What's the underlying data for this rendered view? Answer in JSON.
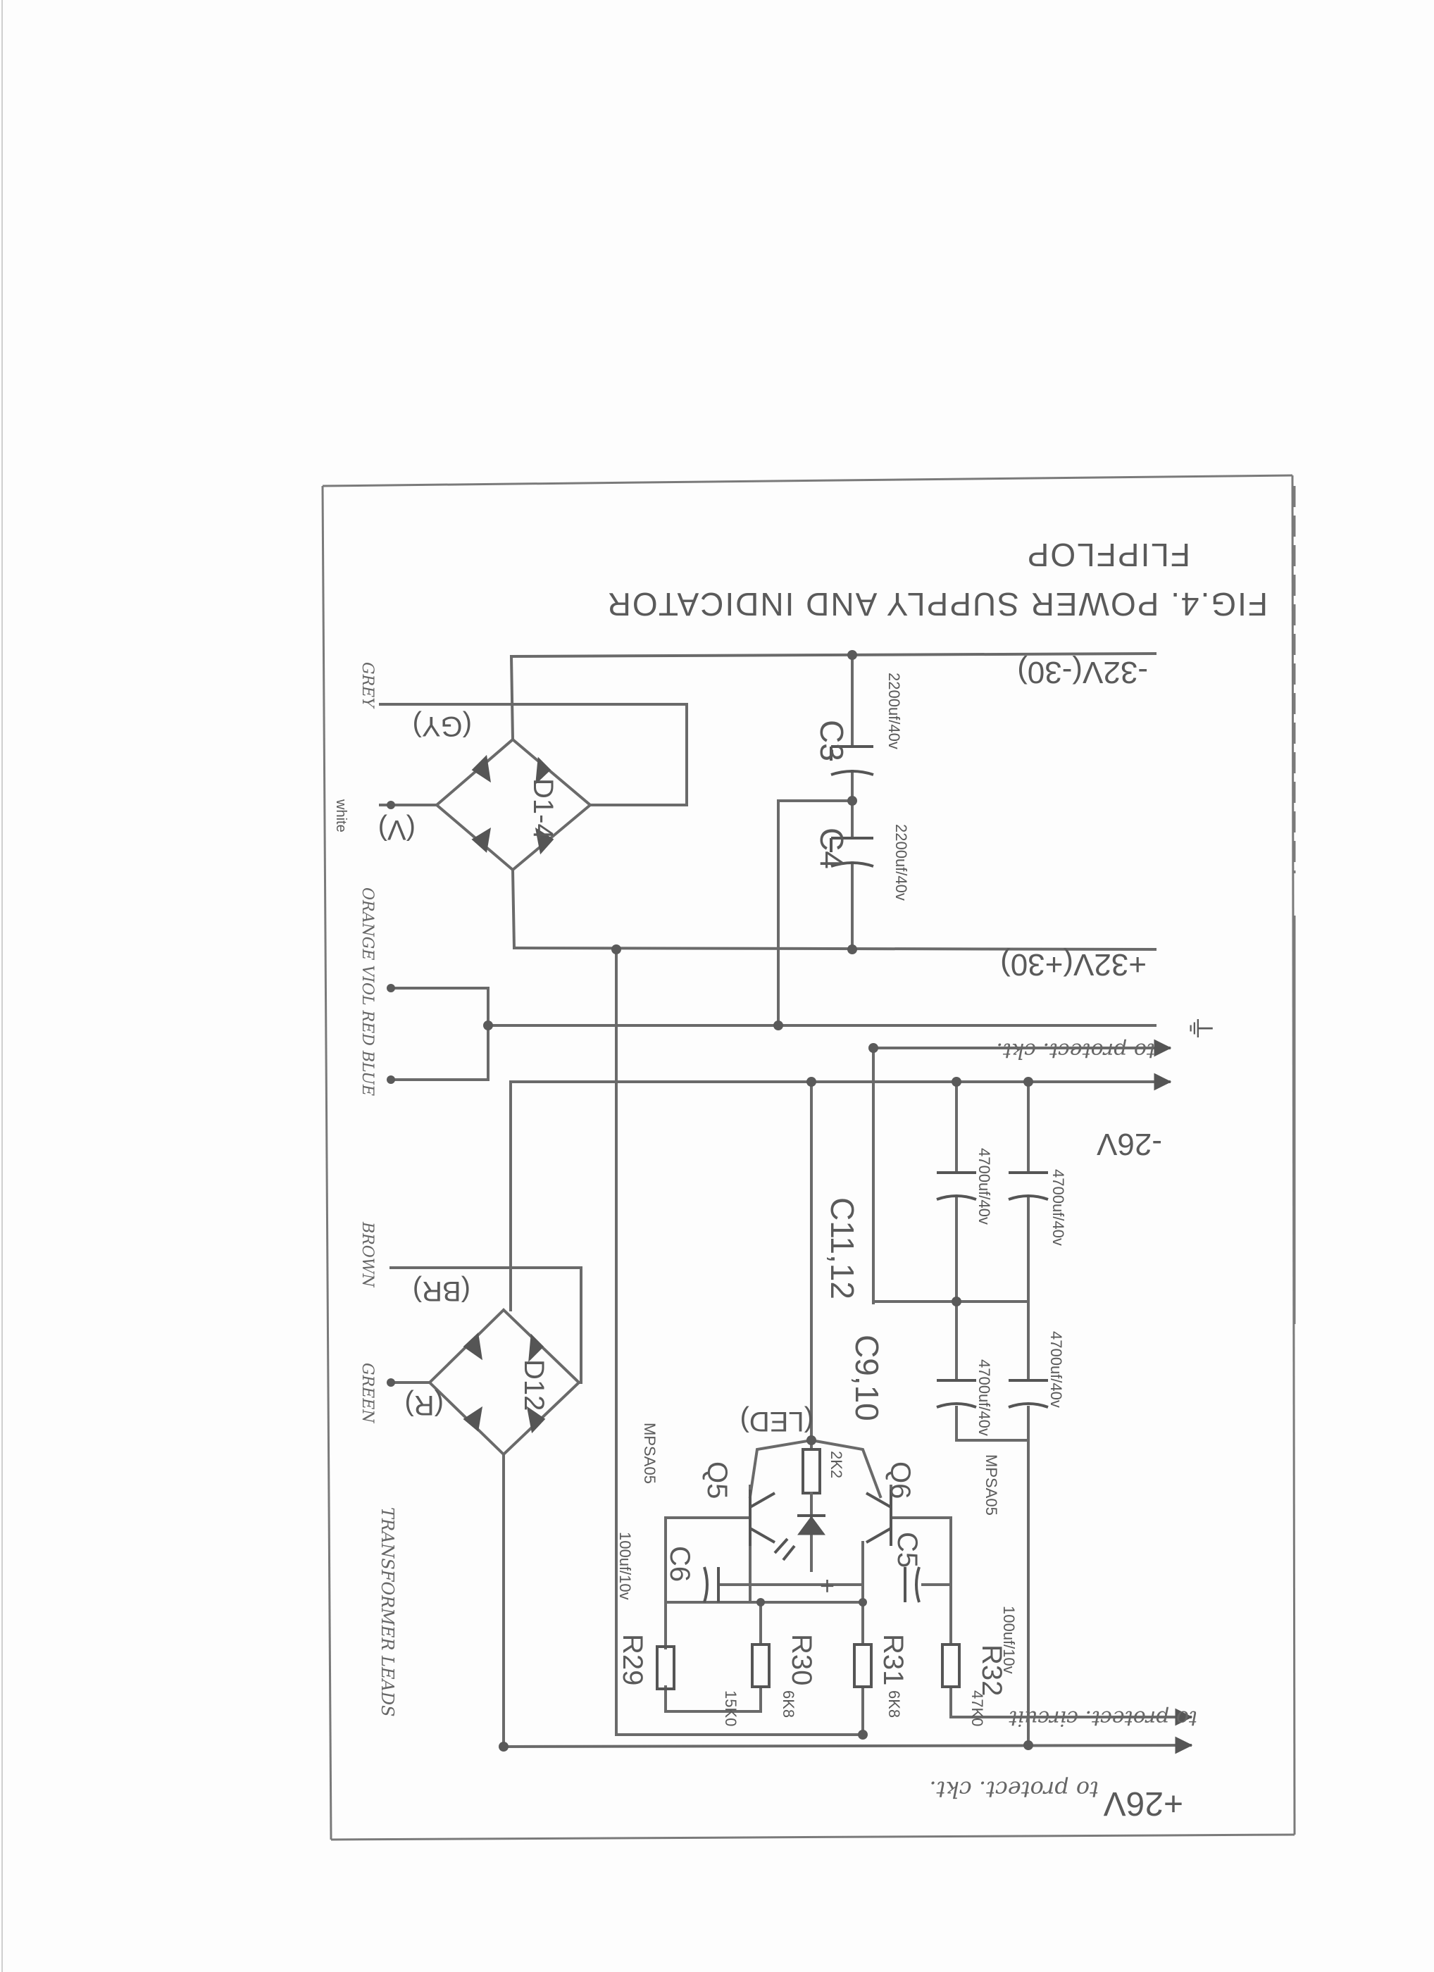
{
  "figure": {
    "title_line1": "FIG.4. POWER SUPPLY AND INDICATOR",
    "title_line2": "FLIPFLOP"
  },
  "rails": {
    "neg32": "-32V(-30)",
    "pos32": "+32V(+30)",
    "ground": "⏚",
    "neg26": "-26V",
    "pos26": "+26V",
    "to_protect_short": "to protect. ckt.",
    "to_protect_circuit": "to protect. circuit"
  },
  "bridges": {
    "d1_4": "D1-4",
    "d12": "D12",
    "gy": "(GY)",
    "v": "(V)",
    "br": "(BR)",
    "r": "(R)"
  },
  "leads": {
    "grey": "GREY",
    "white": "white",
    "orange_violet_red_blue": "ORANGE VIOL RED BLUE",
    "brown": "BROWN",
    "green": "GREEN",
    "transformer_leads": "TRANSFORMER LEADS"
  },
  "capacitors": {
    "c3": "C3",
    "c3_value": "2200uf/40v",
    "c4": "C4",
    "c4_value": "2200uf/40v",
    "c11_12": "C11,12",
    "c11_value": "4700uf/40v",
    "c12_value": "4700uf/40v",
    "c9_10": "C9,10",
    "c9_value": "4700uf/40v",
    "c10_value": "4700uf/40v",
    "c5": "C5",
    "c5_value": "100uf/10v",
    "c6": "C6",
    "c6_value": "100uf/10v"
  },
  "transistors": {
    "q5": "Q5",
    "q5_type": "MPSA05",
    "q6": "Q6",
    "q6_type": "MPSA05"
  },
  "resistors": {
    "r_led": "2K2",
    "r29": "R29",
    "r29_value": "15K0",
    "r30": "R30",
    "r30_value": "6K8",
    "r31": "R31",
    "r31_value": "6K8",
    "r32": "R32",
    "r32_value": "47K0"
  },
  "led": {
    "label": "(LED)",
    "plus": "+"
  }
}
